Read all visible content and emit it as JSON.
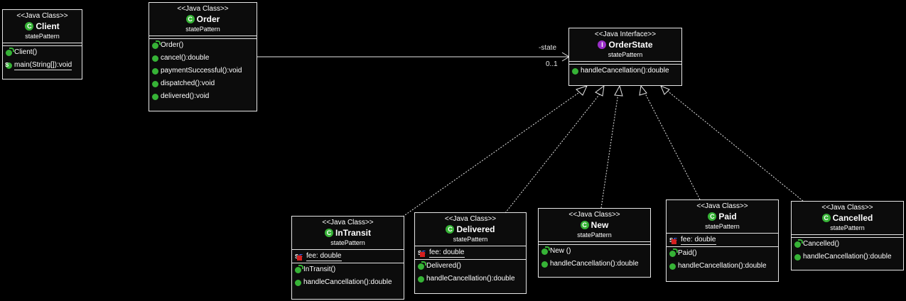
{
  "colors": {
    "background": "#000000",
    "border": "#e6e6e6",
    "class_badge": "#36b336",
    "interface_badge": "#9a2fc8",
    "method_dot": "#36b336",
    "field_marker": "#d42020"
  },
  "boxes": {
    "client": {
      "stereotype": "<<Java Class>>",
      "badge": "C",
      "name": "Client",
      "package": "statePattern",
      "methods": [
        "Client()",
        "main(String[]):void"
      ]
    },
    "order": {
      "stereotype": "<<Java Class>>",
      "badge": "C",
      "name": "Order",
      "package": "statePattern",
      "methods": [
        "Order()",
        "cancel():double",
        "paymentSuccessful():void",
        "dispatched():void",
        "delivered():void"
      ]
    },
    "orderstate": {
      "stereotype": "<<Java Interface>>",
      "badge": "I",
      "name": "OrderState",
      "package": "statePattern",
      "methods": [
        "handleCancellation():double"
      ]
    },
    "intransit": {
      "stereotype": "<<Java Class>>",
      "badge": "C",
      "name": "InTransit",
      "package": "statePattern",
      "field": "fee: double",
      "methods": [
        "InTransit()",
        "handleCancellation():double"
      ]
    },
    "delivered": {
      "stereotype": "<<Java Class>>",
      "badge": "C",
      "name": "Delivered",
      "package": "statePattern",
      "field": "fee: double",
      "methods": [
        "Delivered()",
        "handleCancellation():double"
      ]
    },
    "new": {
      "stereotype": "<<Java Class>>",
      "badge": "C",
      "name": "New",
      "package": "statePattern",
      "methods": [
        "New ()",
        "handleCancellation():double"
      ]
    },
    "paid": {
      "stereotype": "<<Java Class>>",
      "badge": "C",
      "name": "Paid",
      "package": "statePattern",
      "field": "fee: double",
      "methods": [
        "Paid()",
        "handleCancellation():double"
      ]
    },
    "cancelled": {
      "stereotype": "<<Java Class>>",
      "badge": "C",
      "name": "Cancelled",
      "package": "statePattern",
      "methods": [
        "Cancelled()",
        "handleCancellation():double"
      ]
    }
  },
  "association": {
    "role": "-state",
    "multiplicity": "0..1"
  },
  "icons": {
    "class_badge": "class-icon",
    "interface_badge": "interface-icon",
    "method": "public-method-icon",
    "constructor": "constructor-icon",
    "static_method": "static-method-icon",
    "static_final_field": "static-final-field-icon"
  }
}
